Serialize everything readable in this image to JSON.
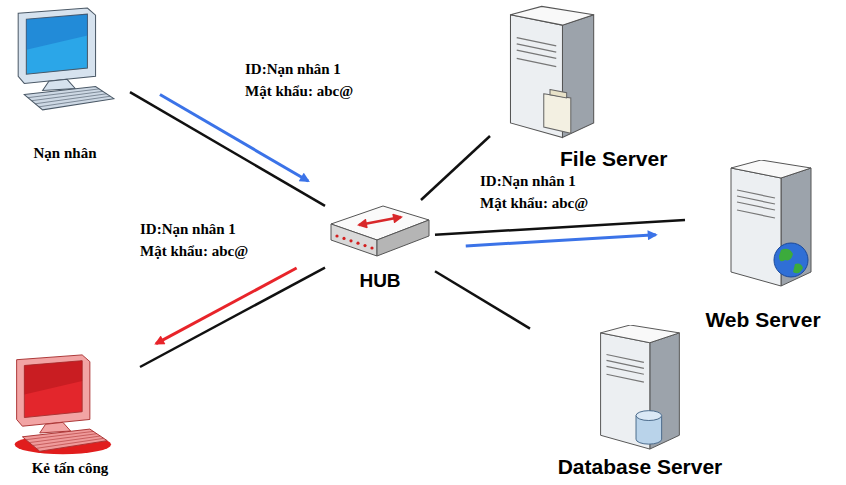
{
  "diagram": {
    "nodes": [
      {
        "text": [
          "Nạn nhân"
        ]
      },
      {
        "text": [
          "File Server"
        ]
      },
      {
        "text": [
          "HUB"
        ]
      },
      {
        "text": [
          "Web Server"
        ]
      },
      {
        "text": [
          "Kẻ tấn công"
        ]
      },
      {
        "text": [
          "Database Server"
        ]
      }
    ],
    "edges": [
      {
        "from": 0,
        "to": 2,
        "arrow": "to",
        "label": "ID:Nạn nhân 1 Mật khẩu: abc@"
      },
      {
        "from": 2,
        "to": 1,
        "arrow": "none"
      },
      {
        "from": 2,
        "to": 3,
        "arrow": "to",
        "label": "ID:Nạn nhân 1 Mật khẩu: abc@"
      },
      {
        "from": 2,
        "to": 5,
        "arrow": "none"
      },
      {
        "from": 2,
        "to": 4,
        "arrow": "to",
        "label": "ID:Nạn nhân 1 Mật khẩu: abc@"
      }
    ]
  }
}
